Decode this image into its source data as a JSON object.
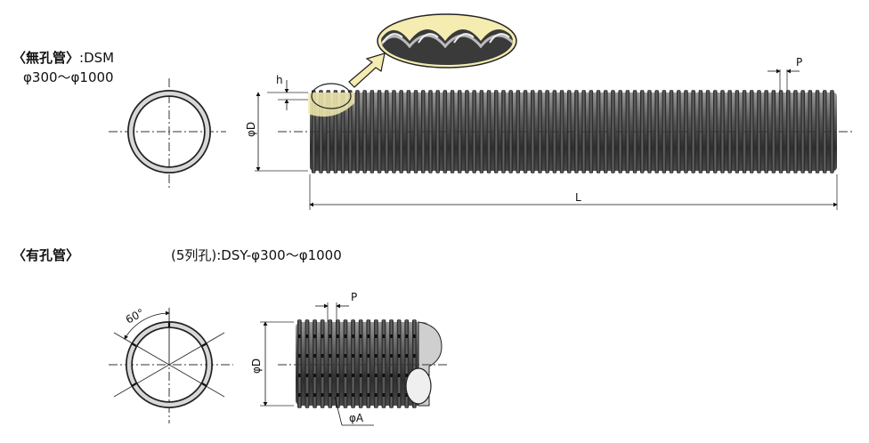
{
  "section1": {
    "title": "〈無孔管〉",
    "code": ":DSM",
    "range": "φ300～φ1000"
  },
  "section2": {
    "title": "〈有孔管〉",
    "spec": "(5列孔):DSY-φ300～φ1000"
  },
  "dimensions": {
    "h": "h",
    "p": "P",
    "phi_d": "φD",
    "l": "L",
    "angle": "60°",
    "phi_a": "φA"
  }
}
